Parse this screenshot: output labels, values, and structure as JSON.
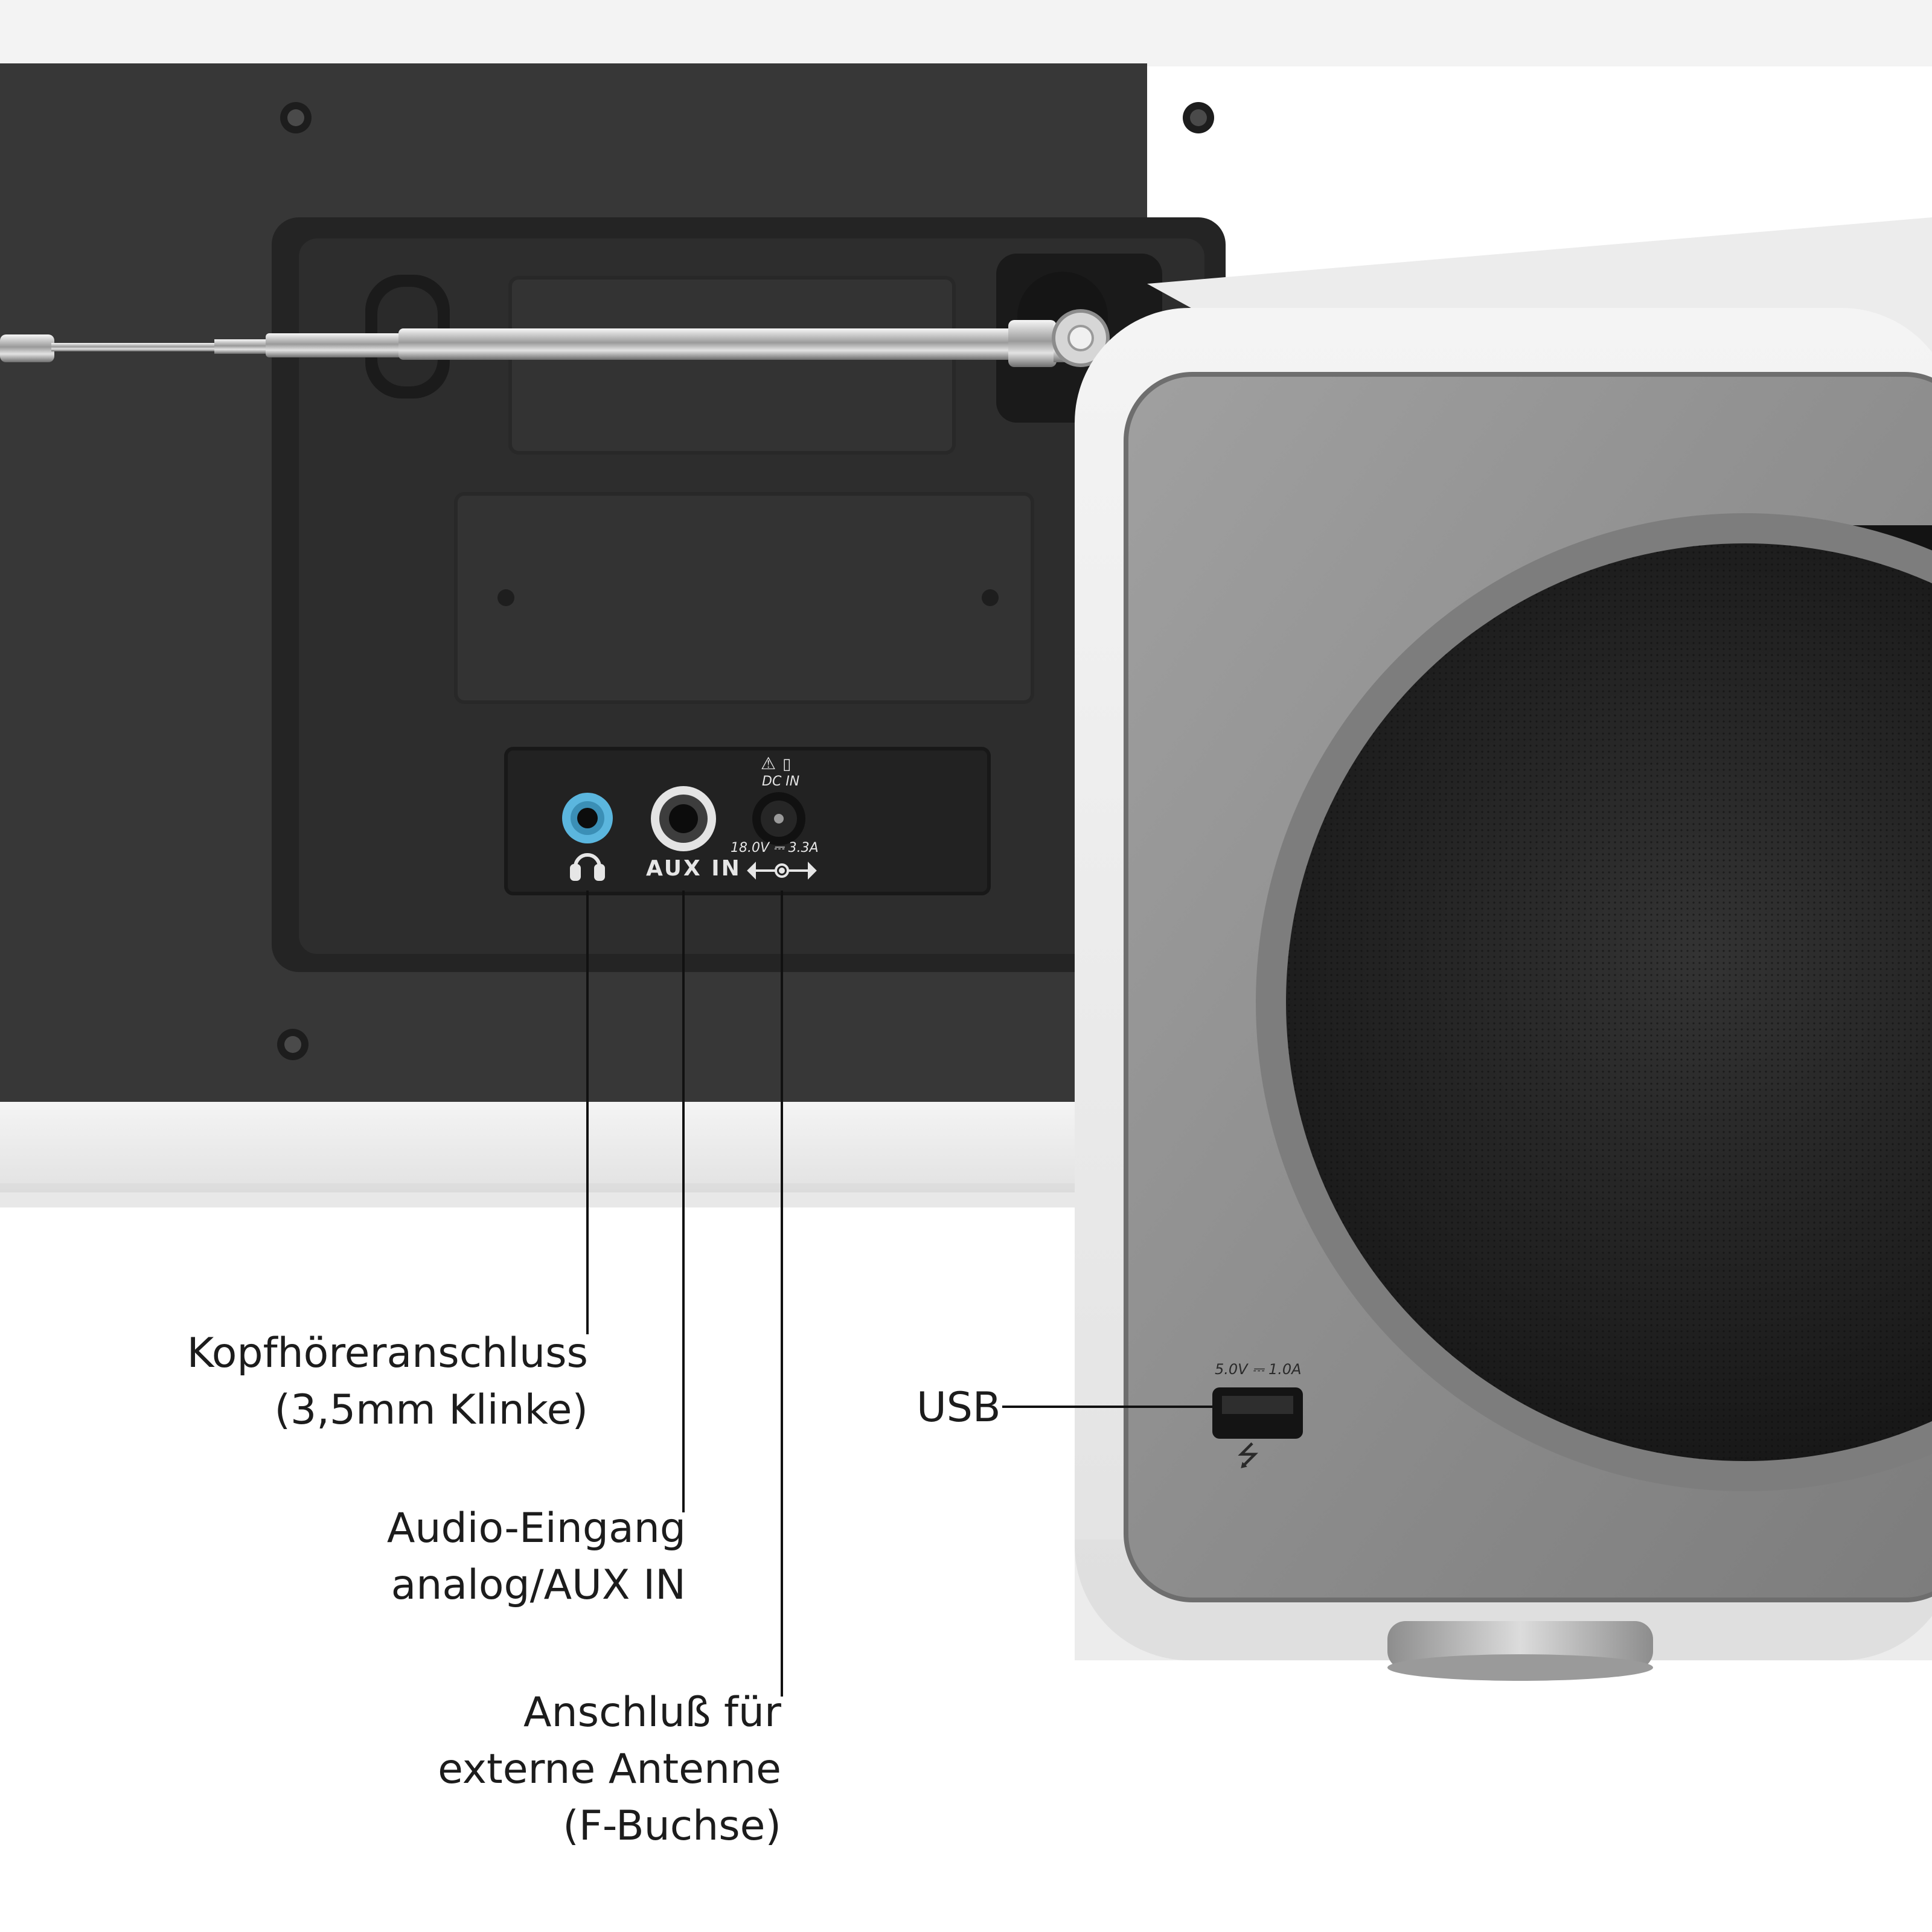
{
  "labels": {
    "headphone": {
      "line1": "Kopfhöreranschluss",
      "line2": "(3,5mm Klinke)"
    },
    "aux": {
      "line1": "Audio-Eingang",
      "line2": "analog/AUX IN"
    },
    "antenna": {
      "line1": "Anschluß für",
      "line2": "externe Antenne",
      "line3": "(F-Buchse)"
    },
    "usb": "USB"
  },
  "device_markings": {
    "aux_in": "AUX IN",
    "dc_in": "DC IN",
    "dc_rating": "18.0V ⎓ 3.3A",
    "usb_rating": "5.0V ⎓ 1.0A"
  },
  "icons": {
    "headphone": "headphone-icon",
    "warning": "warning-icon",
    "manual": "manual-icon",
    "dc_polarity": "dc-polarity-icon",
    "usb": "usb-icon",
    "antenna": "telescopic-antenna"
  },
  "colors": {
    "background": "#ffffff",
    "cabinet_white": "#f2f2f2",
    "back_panel": "#353535",
    "recess": "#2a2a2a",
    "speaker_frame": "#8c8c8c",
    "speaker_grille": "#1e1e1e",
    "headphone_jack_ring": "#5bb6de",
    "aux_jack_ring": "#e4e4e4",
    "leader_line": "#111111"
  }
}
